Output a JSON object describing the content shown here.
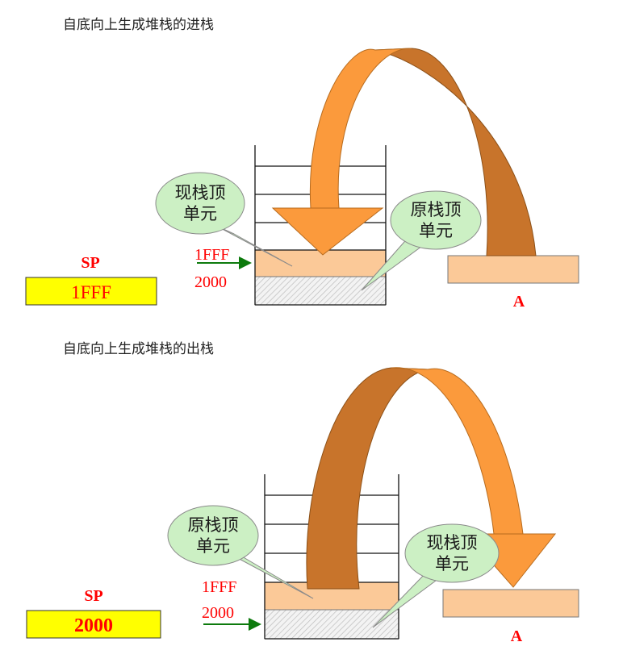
{
  "top": {
    "caption": "自底向上生成堆栈的进栈",
    "sp_label": "SP",
    "sp_value": "1FFF",
    "addr_upper": "1FFF",
    "addr_lower": "2000",
    "bubble_left": {
      "line1": "现栈顶",
      "line2": "单元"
    },
    "bubble_right": {
      "line1": "原栈顶",
      "line2": "单元"
    },
    "register_label": "A"
  },
  "bottom": {
    "caption": "自底向上生成堆栈的出栈",
    "sp_label": "SP",
    "sp_value": "2000",
    "addr_upper": "1FFF",
    "addr_lower": "2000",
    "bubble_left": {
      "line1": "原栈顶",
      "line2": "单元"
    },
    "bubble_right": {
      "line1": "现栈顶",
      "line2": "单元"
    },
    "register_label": "A"
  },
  "colors": {
    "sp_box": "#ffff00",
    "red_text": "#ff0000",
    "peach": "#fbc998",
    "arrow_light": "#fb9a3c",
    "arrow_dark": "#c8742b",
    "bubble": "#ccf0c4",
    "pointer_arrow": "#0c7a0c"
  }
}
